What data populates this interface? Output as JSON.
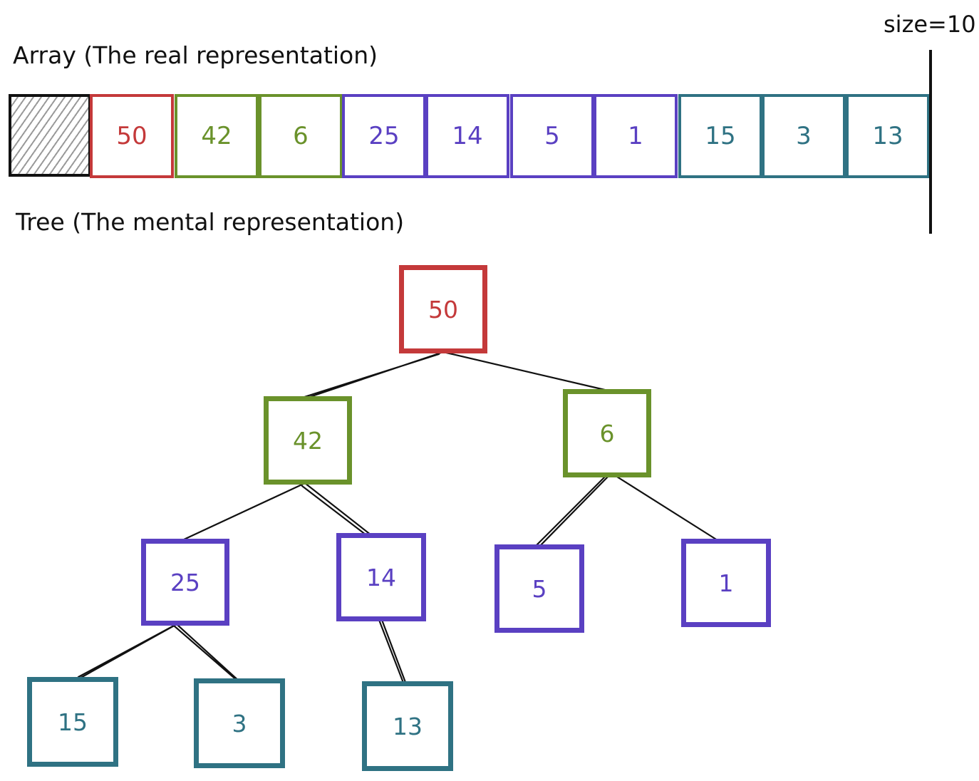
{
  "labels": {
    "array_title": "Array (The real representation)",
    "tree_title": "Tree (The mental representation)",
    "size": "size=10"
  },
  "colors": {
    "root": "#c4393a",
    "level1": "#6a922b",
    "level2": "#5a40c2",
    "level3": "#2f7283",
    "ink": "#111111"
  },
  "array": {
    "values": [
      "50",
      "42",
      "6",
      "25",
      "14",
      "5",
      "1",
      "15",
      "3",
      "13"
    ]
  },
  "tree": {
    "nodes": [
      {
        "id": "n50",
        "label": "50"
      },
      {
        "id": "n42",
        "label": "42"
      },
      {
        "id": "n6",
        "label": "6"
      },
      {
        "id": "n25",
        "label": "25"
      },
      {
        "id": "n14",
        "label": "14"
      },
      {
        "id": "n5",
        "label": "5"
      },
      {
        "id": "n1",
        "label": "1"
      },
      {
        "id": "n15",
        "label": "15"
      },
      {
        "id": "n3",
        "label": "3"
      },
      {
        "id": "n13",
        "label": "13"
      }
    ],
    "edges": [
      [
        "n50",
        "n42"
      ],
      [
        "n50",
        "n6"
      ],
      [
        "n42",
        "n25"
      ],
      [
        "n42",
        "n14"
      ],
      [
        "n6",
        "n5"
      ],
      [
        "n6",
        "n1"
      ],
      [
        "n25",
        "n15"
      ],
      [
        "n25",
        "n3"
      ],
      [
        "n14",
        "n13"
      ]
    ]
  }
}
